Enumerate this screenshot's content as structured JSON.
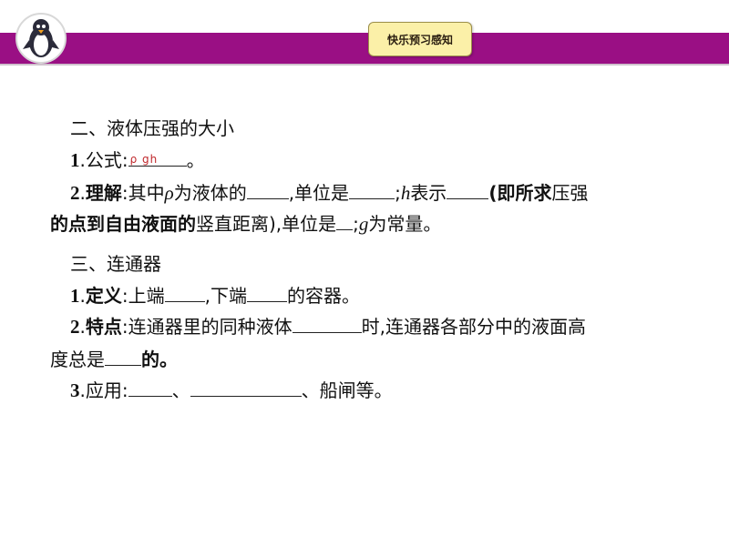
{
  "header": {
    "section_tag": "快乐预习感知",
    "brand_color": "#9a0f84",
    "tag_color": "#fbf0a8"
  },
  "logo": {
    "icon": "penguin-icon"
  },
  "section2": {
    "title": "二、液体压强的大小",
    "item1": {
      "num": "1",
      "dot": ".",
      "label": "公式:",
      "end": "。"
    },
    "item2": {
      "num": "2",
      "dot": ".",
      "label": "理解",
      "t1": ":其中",
      "rho": "ρ",
      "t2": "为液体的",
      "t3": ",单位是",
      "t4": ";",
      "h": "h",
      "t5": "表示",
      "t6": "(即所求",
      "t7": "压强",
      "t8": "的点到自由液面的",
      "t9": "竖直距离),单位是",
      "t10": ";",
      "g": "g",
      "t11": "为常量。"
    }
  },
  "section3": {
    "title": "三、连通器",
    "item1": {
      "num": "1",
      "dot": ".",
      "label": "定义",
      "t1": ":上端",
      "t2": ",下端",
      "t3": "的容器。"
    },
    "item2": {
      "num": "2",
      "dot": ".",
      "label": "特点",
      "t1": ":连通器里的同种液体",
      "t2": "时,连通器各部分中的液面高",
      "t3": "度总是",
      "t4": "的。"
    },
    "item3": {
      "num": "3",
      "dot": ".",
      "t1": "应用:",
      "t2": "、",
      "t3": "、船闸等。"
    }
  }
}
